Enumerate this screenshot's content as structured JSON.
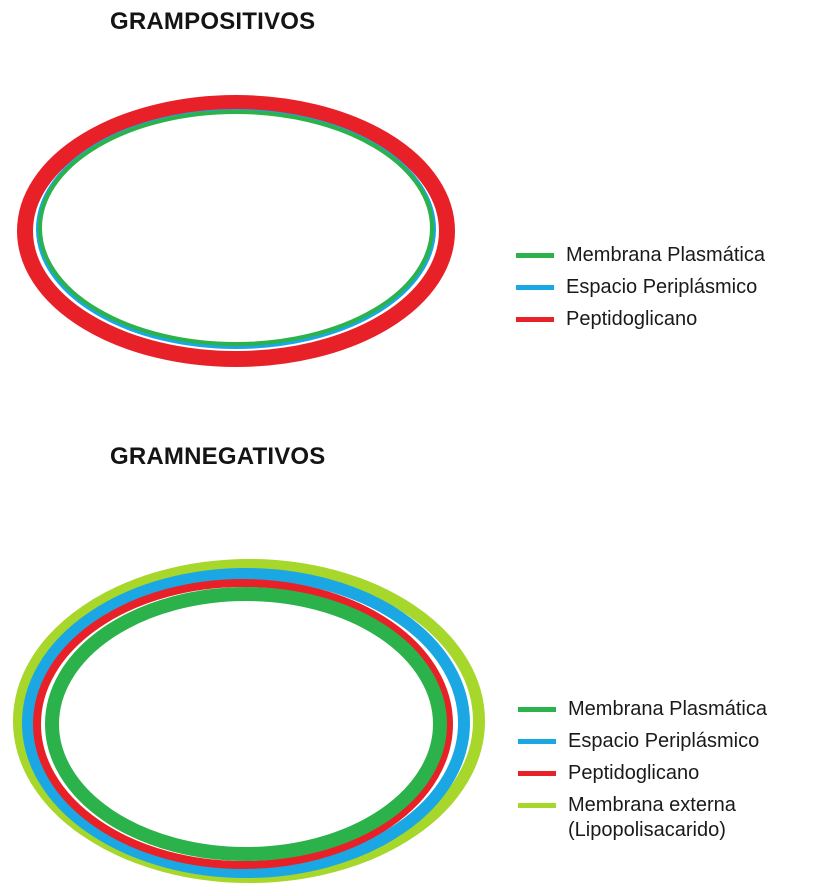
{
  "colors": {
    "membrana_plasmatica": "#2BB24A",
    "espacio_periplasmico": "#1AA7E3",
    "peptidoglicano": "#E82128",
    "membrana_externa": "#A6D72A"
  },
  "grampositivos": {
    "title": "GRAMPOSITIVOS",
    "legend": [
      {
        "label": "Membrana Plasmática",
        "color_key": "membrana_plasmatica",
        "icon": "green-line-swatch"
      },
      {
        "label": "Espacio Periplásmico",
        "color_key": "espacio_periplasmico",
        "icon": "blue-line-swatch"
      },
      {
        "label": "Peptidoglicano",
        "color_key": "peptidoglicano",
        "icon": "red-line-swatch"
      }
    ]
  },
  "gramnegativos": {
    "title": "GRAMNEGATIVOS",
    "legend": [
      {
        "label": "Membrana Plasmática",
        "color_key": "membrana_plasmatica",
        "icon": "green-line-swatch"
      },
      {
        "label": "Espacio Periplásmico",
        "color_key": "espacio_periplasmico",
        "icon": "blue-line-swatch"
      },
      {
        "label": "Peptidoglicano",
        "color_key": "peptidoglicano",
        "icon": "red-line-swatch"
      },
      {
        "label": "Membrana externa",
        "label_line2": "(Lipopolisacarido)",
        "color_key": "membrana_externa",
        "icon": "lime-line-swatch"
      }
    ]
  }
}
